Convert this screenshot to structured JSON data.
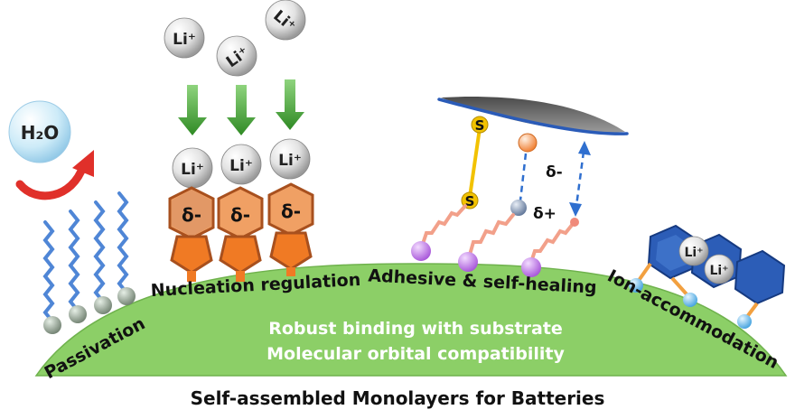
{
  "caption": "Self-assembled Monolayers for Batteries",
  "dome": {
    "line1": "Robust binding with substrate",
    "line2": "Molecular orbital compatibility",
    "fill": "#8ccf67"
  },
  "sections": {
    "passivation": "Passivation",
    "nucleation": "Nucleation regulation",
    "adhesive": "Adhesive & self-healing",
    "ion": "Ion-accommodation"
  },
  "labels": {
    "water": "H₂O",
    "li_ion": "Li⁺",
    "delta_minus": "δ-",
    "delta_plus": "δ+",
    "sulfur": "S"
  },
  "colors": {
    "water_bubble": "#bfe3f5",
    "arrow_red": "#e0302a",
    "arrow_green": "#3a9a2e",
    "chain_blue": "#4f86d6",
    "anchor_gray": "#8d9e8d",
    "hex_orange": "#f0a064",
    "hex_hex_blue": "#2c5db7",
    "tip_purple": "#c07ae6",
    "bond_yellow": "#f2c200",
    "dash_blue": "#2f6fcf",
    "electrode_gray": "#6b6b6b"
  }
}
